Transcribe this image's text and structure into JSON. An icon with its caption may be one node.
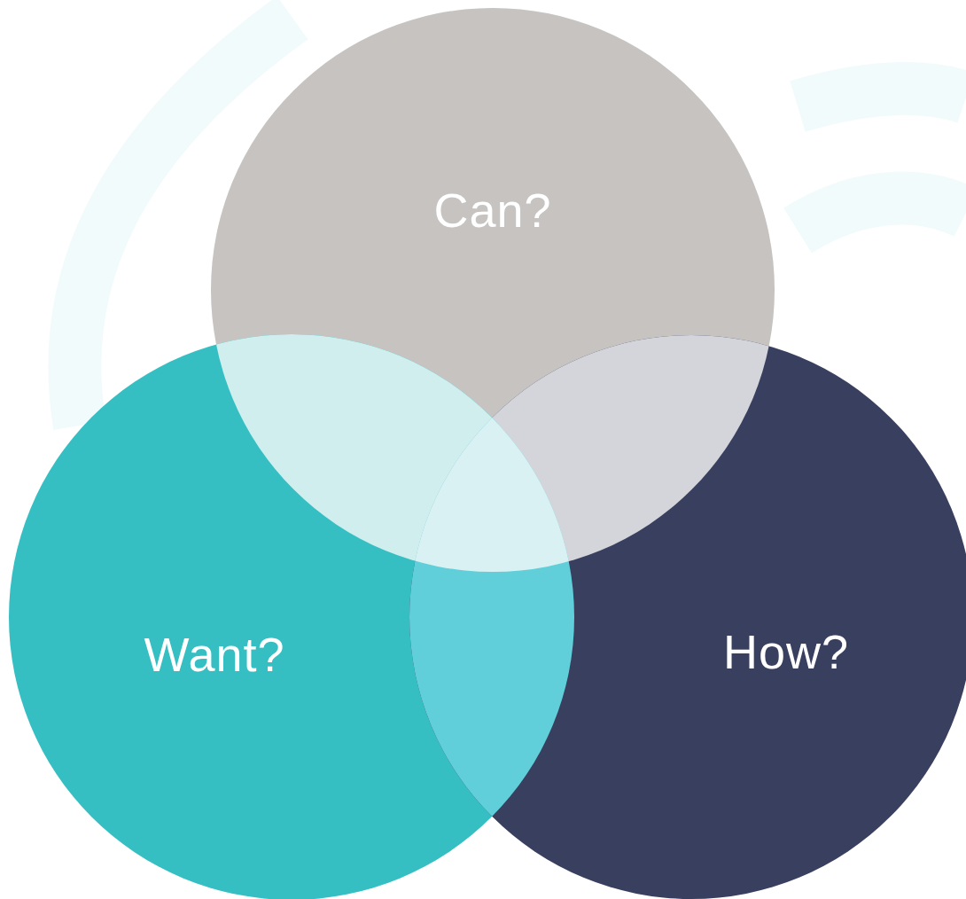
{
  "diagram": {
    "nodes": [
      {
        "text": [
          "Can?"
        ]
      },
      {
        "text": [
          "Want?"
        ]
      },
      {
        "text": [
          "How?"
        ]
      }
    ]
  }
}
